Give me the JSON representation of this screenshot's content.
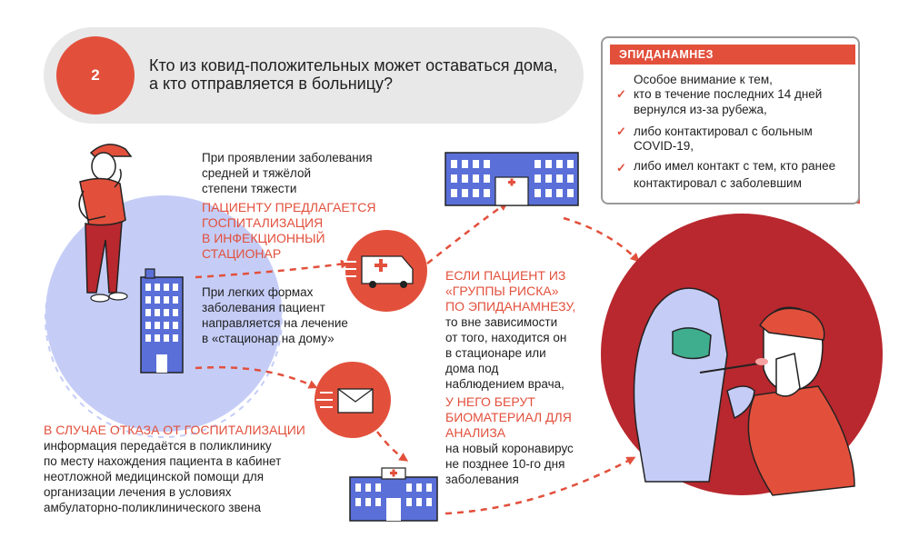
{
  "header": {
    "step_number": "2",
    "title": "Кто из ковид-положительных может оставаться дома, а кто отправляется в больницу?"
  },
  "epidanamnez": {
    "title": "ЭПИДАНАМНЕЗ",
    "intro": [
      "Особое внимание к тем,",
      "кто в течение последних 14 дней",
      "вернулся из-за рубежа,"
    ],
    "item2": [
      "либо контактировал с больным",
      "COVID-19,"
    ],
    "item3": [
      "либо имел контакт с тем, кто ранее",
      "контактировал с заболевшим"
    ]
  },
  "severe": {
    "intro": [
      "При проявлении заболевания",
      "средней и тяжёлой",
      "степени тяжести"
    ],
    "highlight": [
      "ПАЦИЕНТУ ПРЕДЛАГАЕТСЯ",
      "ГОСПИТАЛИЗАЦИЯ",
      "В ИНФЕКЦИОННЫЙ",
      "СТАЦИОНАР"
    ]
  },
  "mild": {
    "text": [
      "При легких формах",
      "заболевания пациент",
      "направляется на лечение",
      "в «стационар на дому»"
    ]
  },
  "refusal": {
    "highlight": "В СЛУЧАЕ ОТКАЗА ОТ ГОСПИТАЛИЗАЦИИ",
    "text": [
      "информация передаётся в поликлинику",
      "по месту нахождения пациента в кабинет",
      "неотложной медицинской помощи для",
      "организации лечения в условиях",
      "амбулаторно-поликлинического звена"
    ]
  },
  "risk_group": {
    "highlight1": [
      "ЕСЛИ ПАЦИЕНТ ИЗ",
      "«ГРУППЫ РИСКА»",
      "ПО ЭПИДАНАМНЕЗУ,"
    ],
    "text1": [
      "то вне зависимости",
      "от того, находится он",
      "в стационаре или",
      "дома под",
      "наблюдением врача,"
    ],
    "highlight2": [
      "У НЕГО БЕРУТ",
      "БИОМАТЕРИАЛ ДЛЯ",
      "АНАЛИЗА"
    ],
    "text2": [
      "на новый коронавирус",
      "не позднее 10-го дня",
      "заболевания"
    ]
  },
  "colors": {
    "accent": "#e2503c",
    "dark_red": "#b8282e",
    "blue": "#5a6fd8",
    "light_blue": "#c5cdf7",
    "gray_pill": "#e8e8e8"
  },
  "icons": [
    "patient-coughing-icon",
    "apartment-building-icon",
    "ambulance-icon",
    "hospital-icon",
    "envelope-icon",
    "clinic-icon",
    "swab-test-icon",
    "checkmark-icon"
  ]
}
